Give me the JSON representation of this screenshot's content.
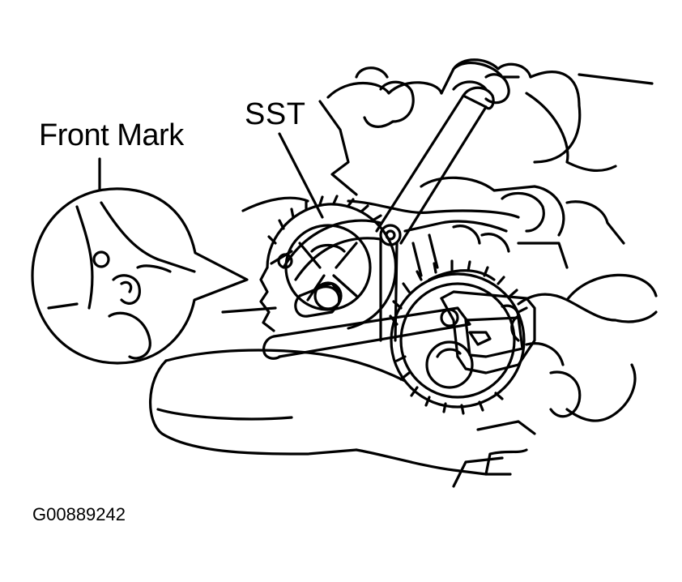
{
  "labels": {
    "front_mark": "Front Mark",
    "sst": "SST",
    "figure_code": "G00889242"
  },
  "colors": {
    "line": "#000000",
    "background": "#ffffff"
  }
}
